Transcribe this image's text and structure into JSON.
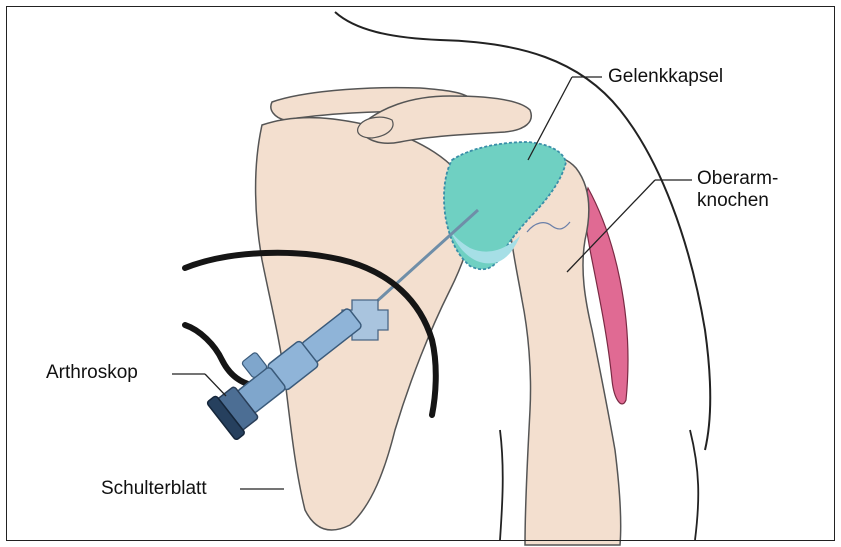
{
  "labels": {
    "gelenkkapsel": "Gelenkkapsel",
    "oberarmknochen_line1": "Oberarm-",
    "oberarmknochen_line2": "knochen",
    "arthroskop": "Arthroskop",
    "schulterblatt": "Schulterblatt"
  },
  "colors": {
    "skin": "#f3dfcf",
    "bone_outline": "#555555",
    "capsule": "#6fd0c2",
    "capsule_border": "#3a8ea8",
    "muscle": "#e06a93",
    "scope_body": "#8fb4d8",
    "cable": "#151515",
    "leader_line": "#222222"
  }
}
